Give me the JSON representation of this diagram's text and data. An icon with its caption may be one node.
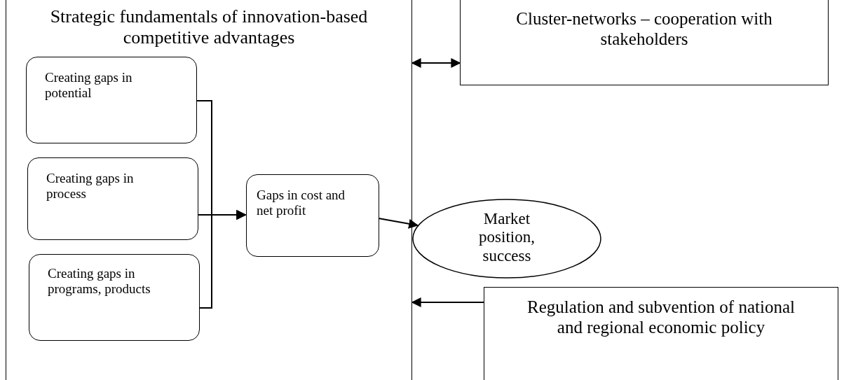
{
  "diagram": {
    "nodes": [
      {
        "text": [
          "Strategic fundamentals of innovation-based competitive advantages"
        ]
      },
      {
        "text": [
          "Creating gaps in potential"
        ],
        "in": 0
      },
      {
        "text": [
          "Creating gaps in process"
        ],
        "in": 0
      },
      {
        "text": [
          "Creating gaps in programs, products"
        ],
        "in": 0
      },
      {
        "text": [
          "Gaps in cost and net profit"
        ],
        "in": 0
      },
      {
        "text": [
          "Cluster-networks – cooperation with stakeholders"
        ]
      },
      {
        "text": [
          "Market position, success"
        ]
      },
      {
        "text": [
          "Regulation and subvention of national and regional economic policy"
        ]
      }
    ],
    "edges": [
      {
        "from": 1,
        "to": 4,
        "arrow": "to"
      },
      {
        "from": 2,
        "to": 4,
        "arrow": "to"
      },
      {
        "from": 3,
        "to": 4,
        "arrow": "to"
      },
      {
        "from": 4,
        "to": 6,
        "arrow": "to"
      },
      {
        "from": 0,
        "to": 5,
        "arrow": "both"
      },
      {
        "from": 7,
        "to": 0,
        "arrow": "to"
      }
    ]
  }
}
